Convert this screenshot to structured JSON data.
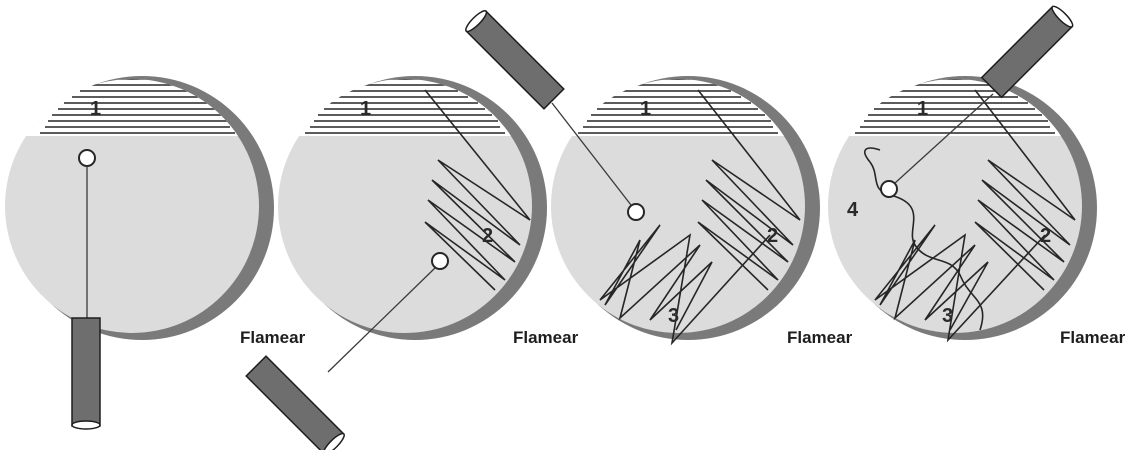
{
  "colors": {
    "dish": "#dcdcdc",
    "dish_rim": "#7a7a7a",
    "lid_band": "#ffffff",
    "handle": "#6e6e6e",
    "line": "#262626"
  },
  "panels": [
    {
      "zones": [
        "1"
      ],
      "flame_label": "Flamear"
    },
    {
      "zones": [
        "1",
        "2"
      ],
      "flame_label": "Flamear"
    },
    {
      "zones": [
        "1",
        "2",
        "3"
      ],
      "flame_label": "Flamear"
    },
    {
      "zones": [
        "1",
        "2",
        "3",
        "4"
      ],
      "flame_label": "Flamear"
    }
  ]
}
